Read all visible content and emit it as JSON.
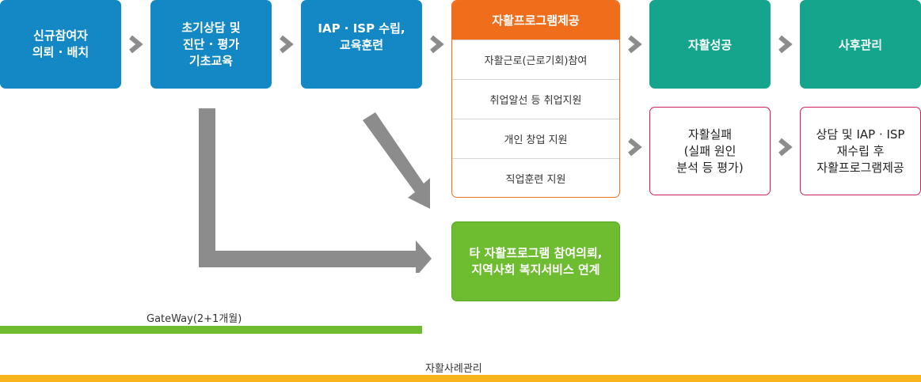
{
  "steps": {
    "s1": "신규참여자\n의뢰 · 배치",
    "s2": "초기상담 및\n진단 ·  평가\n기초교육",
    "s3": "IAP ·  ISP 수립,\n교육훈련"
  },
  "program": {
    "title": "자활프로그램제공",
    "items": [
      "자활근로(근로기회)참여",
      "취업알선 등 취업지원",
      "개인 창업 지원",
      "직업훈련 지원"
    ]
  },
  "success": "자활성공",
  "after_care": "사후관리",
  "failure": "자활실패\n(실패 원인\n분석 등 평가)",
  "reconsult": "상담 및 IAP ·  ISP\n재수립 후\n자활프로그램제공",
  "referral": "타 자활프로그램 참여의뢰,\n지역사회 복지서비스 연계",
  "gateway_label": "GateWay(2+1개월)",
  "case_label": "자활사례관리",
  "colors": {
    "blue": "#1388c4",
    "orange": "#f06d1b",
    "teal": "#14a58c",
    "pink_border": "#d11f5e",
    "green": "#6ebc2f",
    "gateway_bar": "#6ebc2f",
    "case_bar": "#f9b31b",
    "arrow": "#8c8c8c"
  }
}
